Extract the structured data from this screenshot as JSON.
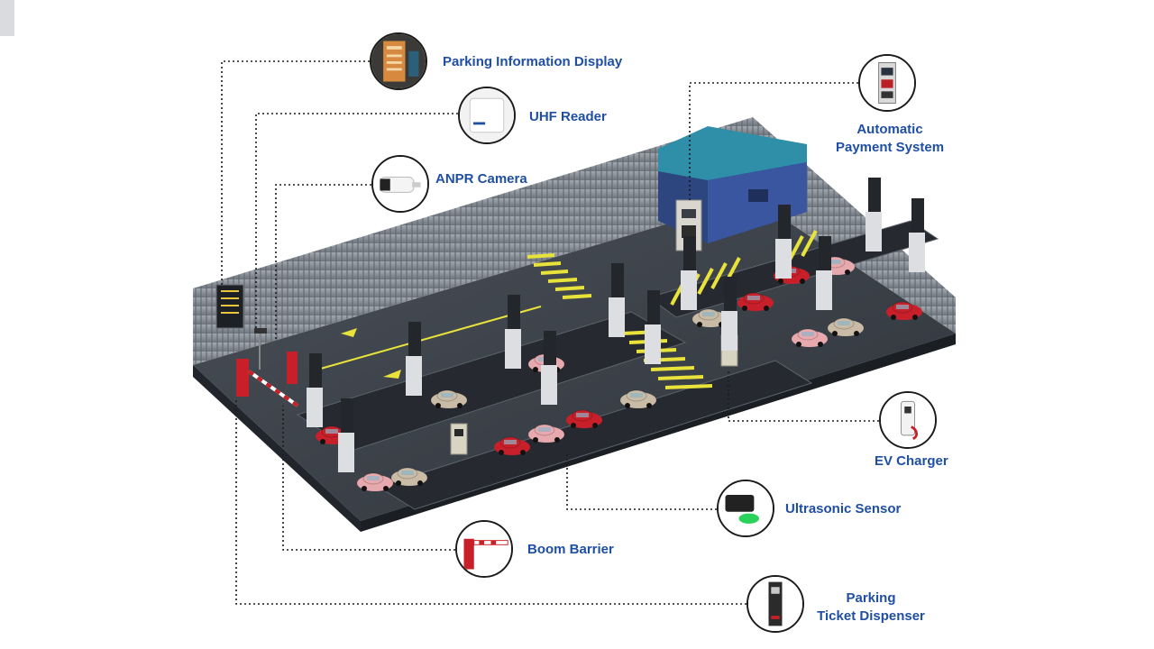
{
  "diagram": {
    "callouts": [
      {
        "id": "parking-information-display",
        "label": "Parking Information Display",
        "icon": "parking-display-icon"
      },
      {
        "id": "uhf-reader",
        "label": "UHF Reader",
        "icon": "uhf-reader-icon"
      },
      {
        "id": "anpr-camera",
        "label": "ANPR Camera",
        "icon": "anpr-camera-icon"
      },
      {
        "id": "automatic-payment-system",
        "label_lines": [
          "Automatic",
          "Payment System"
        ],
        "icon": "payment-kiosk-icon"
      },
      {
        "id": "ev-charger",
        "label": "EV Charger",
        "icon": "ev-charger-icon"
      },
      {
        "id": "ultrasonic-sensor",
        "label": "Ultrasonic Sensor",
        "icon": "ultrasonic-sensor-icon"
      },
      {
        "id": "boom-barrier",
        "label": "Boom Barrier",
        "icon": "boom-barrier-icon"
      },
      {
        "id": "parking-ticket-dispenser",
        "label_lines": [
          "Parking",
          "Ticket Dispenser"
        ],
        "icon": "ticket-dispenser-icon"
      }
    ],
    "colors": {
      "label": "#1f4fa3",
      "floor": "#3a3f47",
      "wall": "#8a9099",
      "booth": "#2f8fa8",
      "lane_marking": "#e8e23a",
      "car_red": "#c8202a",
      "car_pink": "#e7a9ad",
      "car_beige": "#c9bba5"
    }
  }
}
